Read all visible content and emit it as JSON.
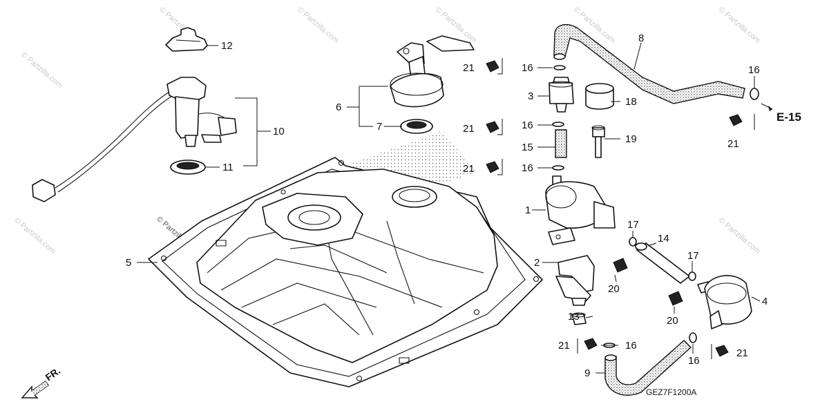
{
  "diagram": {
    "part_labels": [
      "1",
      "2",
      "3",
      "4",
      "5",
      "6",
      "7",
      "8",
      "9",
      "10",
      "11",
      "12",
      "13",
      "14",
      "15",
      "16",
      "17",
      "18",
      "19",
      "20",
      "21"
    ],
    "reference": "E-15",
    "direction_label": "FR.",
    "diagram_code": "GEZ7F1200A",
    "watermark": "© Partzilla.com"
  }
}
